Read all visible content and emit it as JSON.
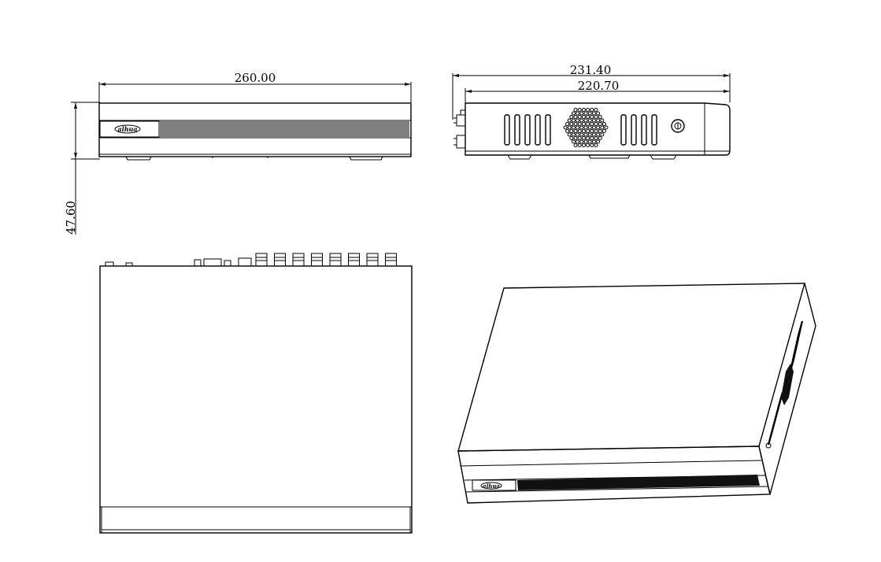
{
  "dimensions": {
    "width": "260.00",
    "depth_overall": "231.40",
    "depth_body": "220.70",
    "height": "47.60"
  },
  "brand": {
    "logo_text": "alhua"
  },
  "colors": {
    "line": "#000000",
    "background": "#ffffff"
  }
}
